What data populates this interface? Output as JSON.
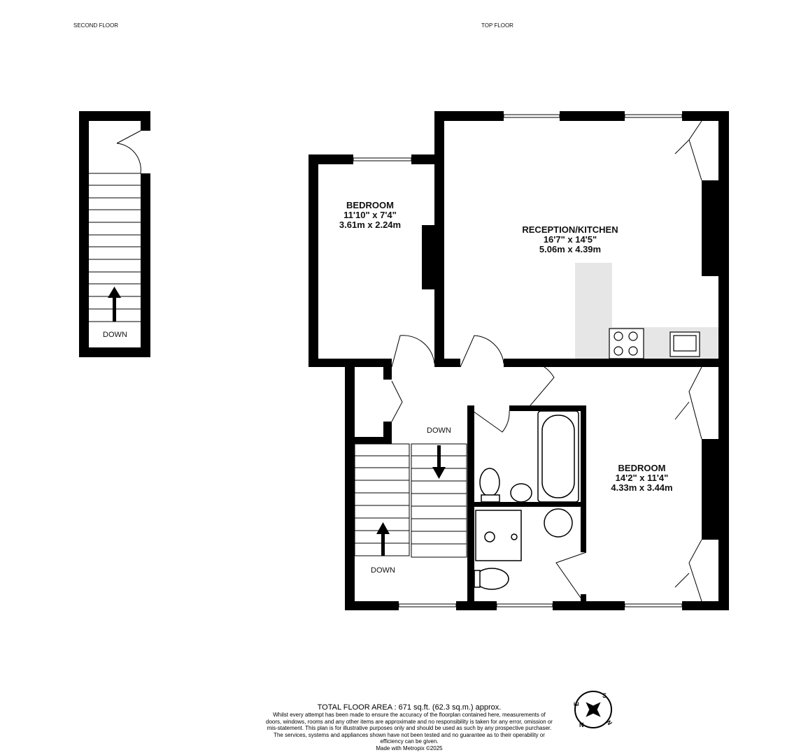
{
  "floors": {
    "second": "SECOND FLOOR",
    "top": "TOP FLOOR"
  },
  "rooms": [
    {
      "name": "BEDROOM",
      "imperial": "11'10\"  x 7'4\"",
      "metric": "3.61m  x 2.24m"
    },
    {
      "name": "RECEPTION/KITCHEN",
      "imperial": "16'7\"  x 14'5\"",
      "metric": "5.06m  x 4.39m"
    },
    {
      "name": "BEDROOM",
      "imperial": "14'2\"  x 11'4\"",
      "metric": "4.33m  x 3.44m"
    }
  ],
  "stair_labels": {
    "second_floor_down": "DOWN",
    "landing_down": "DOWN",
    "lower_down": "DOWN"
  },
  "compass": {
    "n": "N",
    "e": "E",
    "s": "S",
    "w": "W"
  },
  "footer": {
    "total": "TOTAL FLOOR AREA : 671 sq.ft. (62.3 sq.m.) approx.",
    "disclaimer": "Whilst every attempt has been made to ensure the accuracy of the floorplan contained here, measurements of doors, windows, rooms and any other items are approximate and no responsibility is taken for any error, omission or mis-statement. This plan is for illustrative purposes only and should be used as such by any prospective purchaser. The services, systems and appliances shown have not been tested and no guarantee as to their operability or efficiency can be given.",
    "made_with": "Made with Metropix ©2025"
  },
  "colors": {
    "wall": "#000000",
    "counter": "#e6e6e6"
  }
}
